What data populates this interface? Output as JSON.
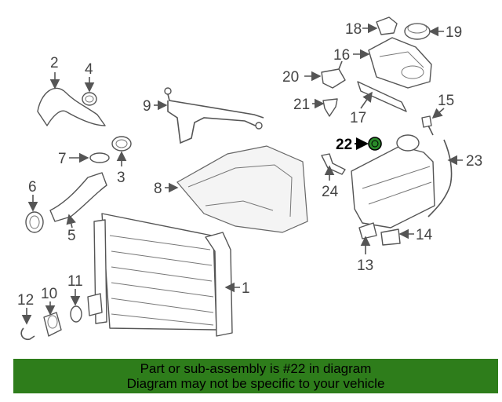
{
  "diagram": {
    "callouts": {
      "c1": "1",
      "c2": "2",
      "c3": "3",
      "c4": "4",
      "c5": "5",
      "c6": "6",
      "c7": "7",
      "c8": "8",
      "c9": "9",
      "c10": "10",
      "c11": "11",
      "c12": "12",
      "c13": "13",
      "c14": "14",
      "c15": "15",
      "c16": "16",
      "c17": "17",
      "c18": "18",
      "c19": "19",
      "c20": "20",
      "c21": "21",
      "c22": "22",
      "c23": "23",
      "c24": "24"
    },
    "highlighted_part": "22",
    "highlight_color": "#1a7a1a"
  },
  "banner": {
    "line1": "Part or sub-assembly is #22 in diagram",
    "line2": "Diagram may not be specific to your vehicle",
    "color": "#2e7d1b"
  }
}
